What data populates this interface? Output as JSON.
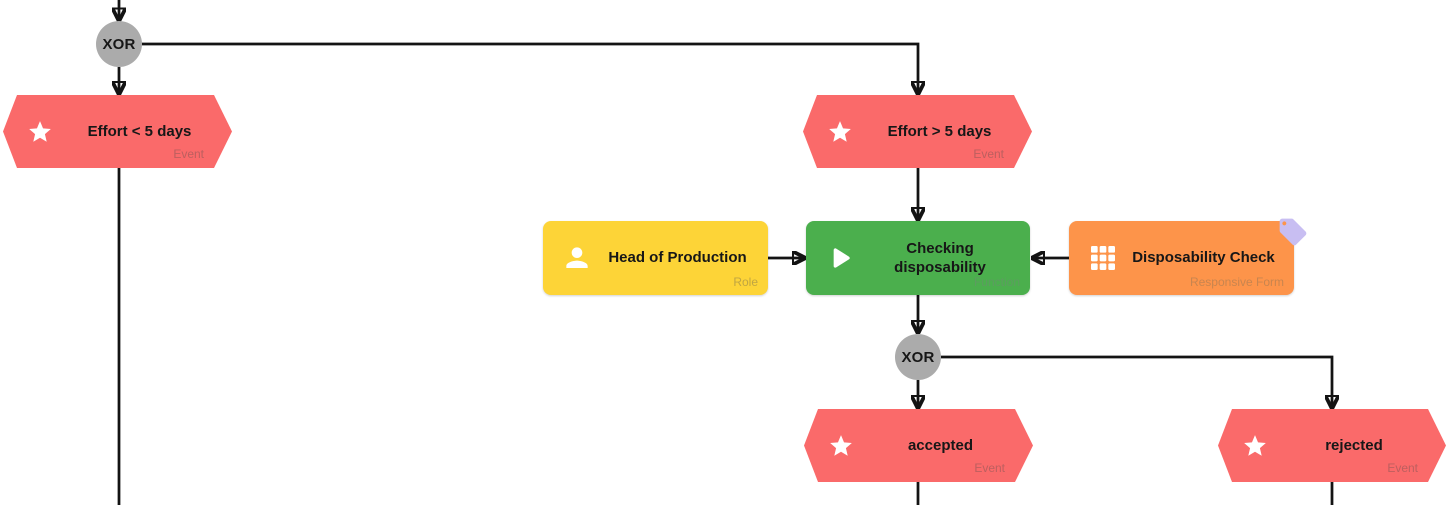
{
  "diagram": {
    "gateways": [
      {
        "label": "XOR"
      },
      {
        "label": "XOR"
      }
    ],
    "nodes": [
      {
        "label": "Effort < 5 days",
        "type_label": "Event",
        "icon": "star-icon",
        "color": "#fa6a6a"
      },
      {
        "label": "Effort > 5 days",
        "type_label": "Event",
        "icon": "star-icon",
        "color": "#fa6a6a"
      },
      {
        "label": "Head of Production",
        "type_label": "Role",
        "icon": "person-icon",
        "color": "#fdd437"
      },
      {
        "label": "Checking disposability",
        "type_label": "Function",
        "icon": "play-icon",
        "color": "#4baf4d"
      },
      {
        "label": "Disposability Check",
        "type_label": "Responsive Form",
        "icon": "grid-icon",
        "color": "#fd944a",
        "badge": "tag-icon"
      },
      {
        "label": "accepted",
        "type_label": "Event",
        "icon": "star-icon",
        "color": "#fa6a6a"
      },
      {
        "label": "rejected",
        "type_label": "Event",
        "icon": "star-icon",
        "color": "#fa6a6a"
      }
    ],
    "colors": {
      "event_red": "#fa6a6a",
      "role_yellow": "#fdd437",
      "function_green": "#4baf4d",
      "form_orange": "#fd944a",
      "gateway_gray": "#ababab",
      "edge_black": "#131313",
      "tag_lavender": "#c8bef2"
    }
  }
}
